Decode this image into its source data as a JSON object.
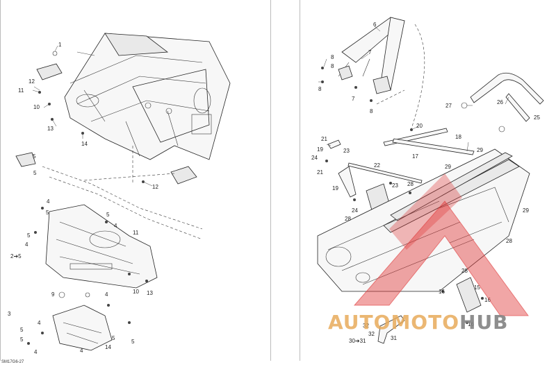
{
  "drawing_ref": "SM17G6-27",
  "watermark": {
    "part1": "AUTOMOTO",
    "part2": "HUB"
  },
  "colors": {
    "line": "#222222",
    "watermark_red": "#e03a3a",
    "watermark_orange": "#e8aa5a",
    "watermark_gray": "#828282"
  },
  "left_labels": [
    "1",
    "12",
    "11",
    "10",
    "13",
    "14",
    "5",
    "12",
    "5",
    "4",
    "5",
    "5",
    "4",
    "5",
    "4",
    "2➔5",
    "11",
    "10",
    "13",
    "9",
    "4",
    "3",
    "5",
    "4",
    "5",
    "4",
    "14",
    "5",
    "4",
    "5"
  ],
  "right_labels": [
    "6",
    "7",
    "8",
    "8",
    "8",
    "7",
    "8",
    "27",
    "26",
    "25",
    "20",
    "21",
    "19",
    "18",
    "24",
    "23",
    "17",
    "29",
    "22",
    "21",
    "23",
    "29",
    "19",
    "28",
    "24",
    "28",
    "29",
    "28",
    "28",
    "15",
    "16",
    "16",
    "16",
    "32",
    "32",
    "30➔31",
    "31"
  ]
}
